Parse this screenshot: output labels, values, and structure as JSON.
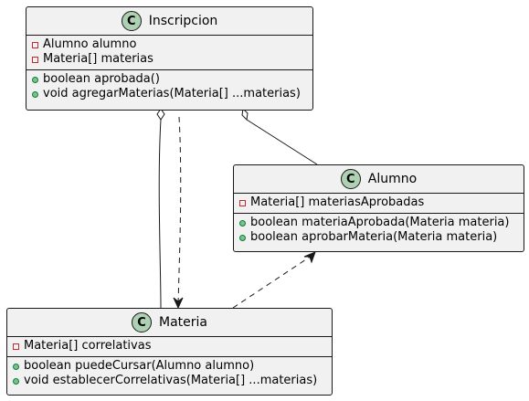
{
  "classes": {
    "inscripcion": {
      "badge": "C",
      "name": "Inscripcion",
      "fields": [
        "Alumno alumno",
        "Materia[] materias"
      ],
      "methods": [
        "boolean aprobada()",
        "void agregarMaterias(Materia[] ...materias)"
      ]
    },
    "alumno": {
      "badge": "C",
      "name": "Alumno",
      "fields": [
        "Materia[] materiasAprobadas"
      ],
      "methods": [
        "boolean materiaAprobada(Materia materia)",
        "boolean aprobarMateria(Materia materia)"
      ]
    },
    "materia": {
      "badge": "C",
      "name": "Materia",
      "fields": [
        "Materia[] correlativas"
      ],
      "methods": [
        "boolean puedeCursar(Alumno alumno)",
        "void establecerCorrelativas(Materia[] ...materias)"
      ]
    }
  },
  "colors": {
    "badge": "#add1b2",
    "box_fill": "#f1f1f1",
    "line": "#181818",
    "private_marker": "#c82930",
    "public_marker": "#84be84"
  }
}
